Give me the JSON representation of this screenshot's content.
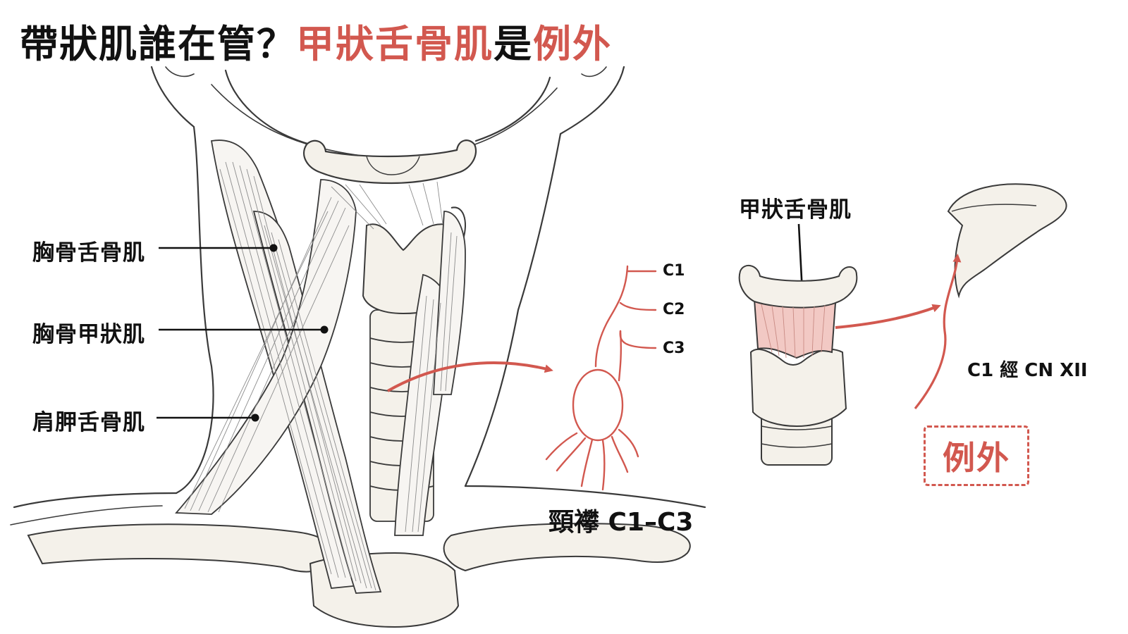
{
  "title": {
    "part1": "帶狀肌誰在管？",
    "part2": "甲狀舌骨肌",
    "part3": "是",
    "part4": "例外"
  },
  "labels": {
    "sternohyoid": "胸骨舌骨肌",
    "sternothyroid": "胸骨甲狀肌",
    "omohyoid": "肩胛舌骨肌",
    "thyrohyoid": "甲狀舌骨肌",
    "ansa": "頸襻 C1–C3",
    "c1": "C1",
    "c2": "C2",
    "c3": "C3",
    "c1_via_cnxii": "C1 經 CN XII",
    "exception": "例外"
  },
  "colors": {
    "accent": "#d2584f",
    "ink": "#111111",
    "bone": "#f4f1ea",
    "muscle_fill": "#f2c9c4",
    "skin_line": "#3a3a3a"
  }
}
